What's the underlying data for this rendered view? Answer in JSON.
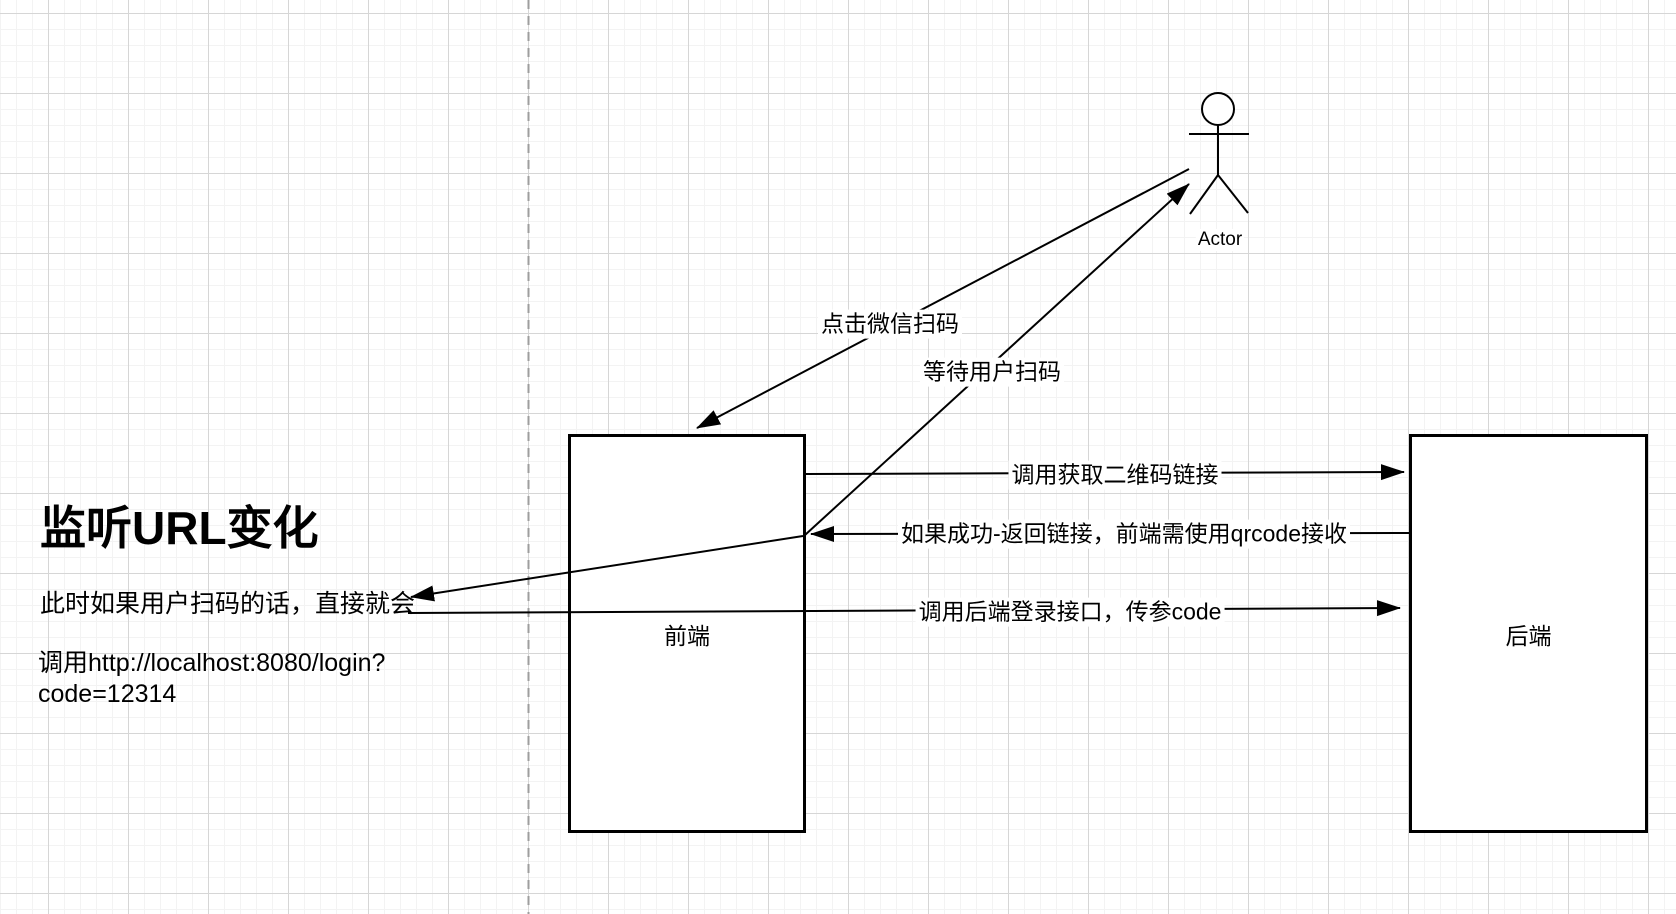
{
  "diagram": {
    "actor": {
      "label": "Actor"
    },
    "nodes": {
      "frontend": {
        "label": "前端"
      },
      "backend": {
        "label": "后端"
      }
    },
    "edges": {
      "click_scan": {
        "label": "点击微信扫码"
      },
      "wait_scan": {
        "label": "等待用户扫码"
      },
      "get_qrcode": {
        "label": "调用获取二维码链接"
      },
      "return_link": {
        "label": "如果成功-返回链接，前端需使用qrcode接收"
      },
      "login_api": {
        "label": "调用后端登录接口，传参code"
      }
    },
    "notes": {
      "title": "监听URL变化",
      "scan_text": "此时如果用户扫码的话，直接就会",
      "url_text": "调用http://localhost:8080/login?\ncode=12314"
    },
    "colors": {
      "stroke": "#000000",
      "node_fill": "#ffffff",
      "grid_minor": "#f3f3f3",
      "grid_major": "#d6d6d6",
      "dashed_divider": "#9e9e9e",
      "background": "#ffffff"
    }
  }
}
